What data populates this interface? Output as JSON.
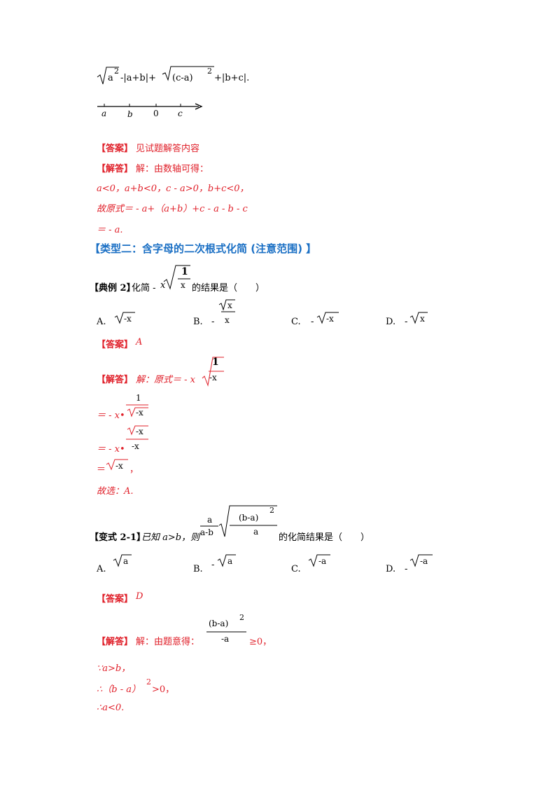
{
  "top_expr": {
    "a2": "a",
    "sup2": "2",
    "mid": "-|a+b|+",
    "ca": "(c-a)",
    "sup2b": "2",
    "tail": "+|b+c|."
  },
  "number_line": {
    "labels": [
      "a",
      "b",
      "0",
      "c"
    ]
  },
  "q1": {
    "answer_tag": "【答案】",
    "answer_text": "见试题解答内容",
    "solve_tag": "【解答】",
    "line1": "解：由数轴可得：",
    "line2": "a<0，a+b<0，c - a>0，b+c<0，",
    "line3": "故原式＝ - a+（a+b）+c - a - b - c",
    "line4": "＝ - a."
  },
  "section_title": "【类型二：含字母的二次根式化简 (注意范围) 】",
  "example2": {
    "tag": "【典例 2】",
    "prefix": "化简 -",
    "var": "x",
    "frac_num": "1",
    "frac_den": "x",
    "suffix": "的结果是（　　）",
    "options": [
      {
        "label": "A.",
        "expr": "-x"
      },
      {
        "label": "B.",
        "minus": "-",
        "num": "x",
        "den": "x"
      },
      {
        "label": "C.",
        "minus": "-",
        "expr": "-x"
      },
      {
        "label": "D.",
        "minus": "-",
        "expr": "x"
      }
    ],
    "answer_tag": "【答案】",
    "answer": "A",
    "solve_tag": "【解答】",
    "solve_text": "解：原式＝ - x",
    "s_num": "1",
    "s_den": "-x",
    "step2_prefix": "＝ - x•",
    "step2_num": "1",
    "step2_den": "-x",
    "step3_prefix": "＝ - x•",
    "step3_num": "-x",
    "step3_den": "-x",
    "step4": "＝",
    "step4_rad": "-x",
    "step4_tail": "，",
    "choose": "故选：A."
  },
  "variant21": {
    "tag": "【变式 2-1】",
    "prefix": "已知 a>b，则",
    "coef_num": "a",
    "coef_den": "a-b",
    "rad_num": "(b-a)",
    "rad_sup": "2",
    "rad_den": "a",
    "suffix": "的化简结果是（　　）",
    "options": [
      {
        "label": "A.",
        "minus": "",
        "expr": "a"
      },
      {
        "label": "B.",
        "minus": "-",
        "expr": "a"
      },
      {
        "label": "C.",
        "minus": "",
        "expr": "-a"
      },
      {
        "label": "D.",
        "minus": "-",
        "expr": "-a"
      }
    ],
    "answer_tag": "【答案】",
    "answer": "D",
    "solve_tag": "【解答】",
    "solve_text": "解：由题意得：",
    "cond_num": "(b-a)",
    "cond_sup": "2",
    "cond_den": "-a",
    "cond_rel": "≥0，",
    "l1": "∵a>b，",
    "l2": "∴（b - a）",
    "l2_sup": "2",
    "l2_tail": ">0，",
    "l3": "∴a<0."
  }
}
